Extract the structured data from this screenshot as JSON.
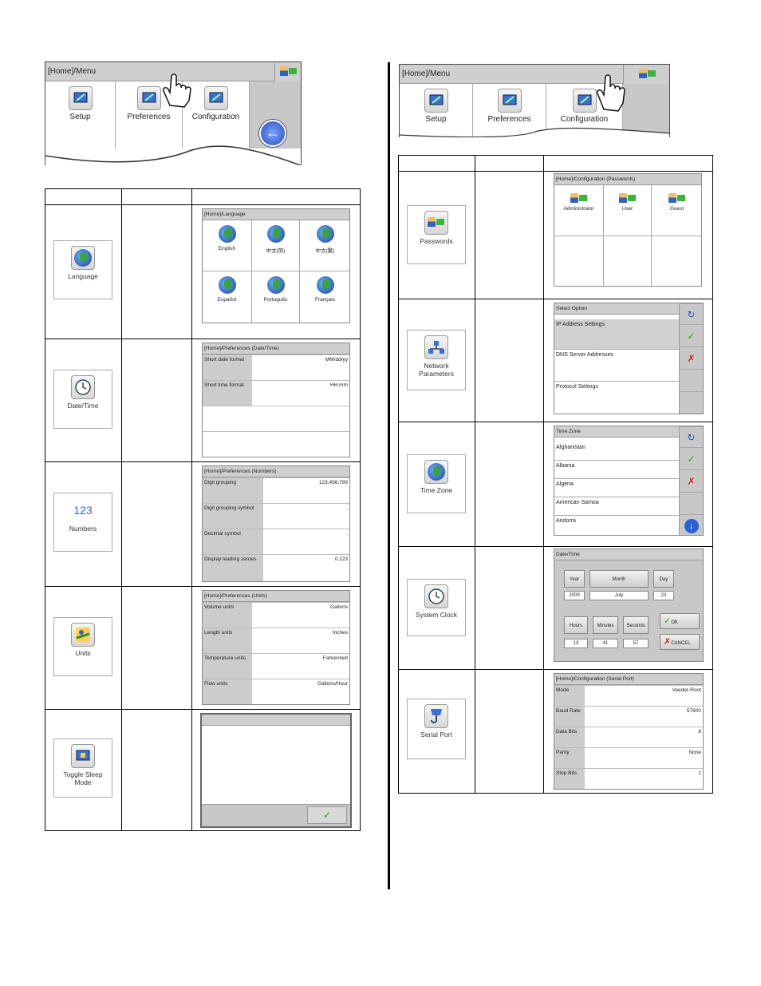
{
  "left_menu": {
    "breadcrumb": "[Home]/Menu",
    "tiles": [
      {
        "label": "Setup"
      },
      {
        "label": "Preferences"
      },
      {
        "label": "Configuration"
      }
    ]
  },
  "right_menu": {
    "breadcrumb": "[Home]/Menu",
    "tiles": [
      {
        "label": "Setup"
      },
      {
        "label": "Preferences"
      },
      {
        "label": "Configuration"
      }
    ]
  },
  "preferences": {
    "language": {
      "icon_label": "Language",
      "title": "[Home]/Language",
      "options": [
        "English",
        "中文(简)",
        "中文(繁)",
        "Español",
        "Português",
        "Français"
      ]
    },
    "datetime": {
      "icon_label": "Date/Time",
      "title": "[Home]/Preferences (Date/Time)",
      "rows": [
        {
          "label": "Short date format",
          "value": "MM/dd/yy"
        },
        {
          "label": "Short time format",
          "value": "HH:mm"
        }
      ]
    },
    "numbers": {
      "icon_label": "Numbers",
      "icon_text": "123",
      "title": "[Home]/Preferences (Numbers)",
      "rows": [
        {
          "label": "Digit grouping",
          "value": "123,456,789"
        },
        {
          "label": "Digit grouping symbol",
          "value": ","
        },
        {
          "label": "Decimal symbol",
          "value": "."
        },
        {
          "label": "Display leading zeroes",
          "value": "0.123"
        }
      ]
    },
    "units": {
      "icon_label": "Units",
      "title": "[Home]/Preferences (Units)",
      "rows": [
        {
          "label": "Volume units",
          "value": "Gallons"
        },
        {
          "label": "Length units",
          "value": "Inches"
        },
        {
          "label": "Temperature units",
          "value": "Fahrenheit"
        },
        {
          "label": "Flow units",
          "value": "Gallons/Hour"
        }
      ]
    },
    "sleep": {
      "icon_label_1": "Toggle Sleep",
      "icon_label_2": "Mode",
      "check": "✓"
    }
  },
  "configuration": {
    "passwords": {
      "icon_label": "Passwords",
      "title": "[Home]/Configuration (Passwords)",
      "options": [
        "Administrator",
        "User",
        "Guest"
      ]
    },
    "network": {
      "icon_label_1": "Network",
      "icon_label_2": "Parameters",
      "title": "Select Option",
      "rows": [
        "IP Address Settings",
        "DNS Server Addresses",
        "Protocol Settings"
      ]
    },
    "timezone": {
      "icon_label": "Time Zone",
      "title": "Time Zone",
      "rows": [
        "Afghanistan",
        "Albania",
        "Algeria",
        "American Samoa",
        "Andorra"
      ]
    },
    "clock": {
      "icon_label": "System Clock",
      "title": "Date/Time",
      "headers": [
        "Year",
        "Month",
        "Day",
        "Hours",
        "Minutes",
        "Seconds"
      ],
      "values": [
        "2009",
        "July",
        "23",
        "13",
        "41",
        "57"
      ],
      "ok": "OK",
      "cancel": "CANCEL"
    },
    "serial": {
      "icon_label": "Serial Port",
      "title": "[Home]/Configuration (Serial Port)",
      "rows": [
        {
          "label": "Mode",
          "value": "Veeder-Root"
        },
        {
          "label": "Baud Rate",
          "value": "57600"
        },
        {
          "label": "Data Bits",
          "value": "8"
        },
        {
          "label": "Parity",
          "value": "None"
        },
        {
          "label": "Stop Bits",
          "value": "1"
        }
      ]
    }
  }
}
